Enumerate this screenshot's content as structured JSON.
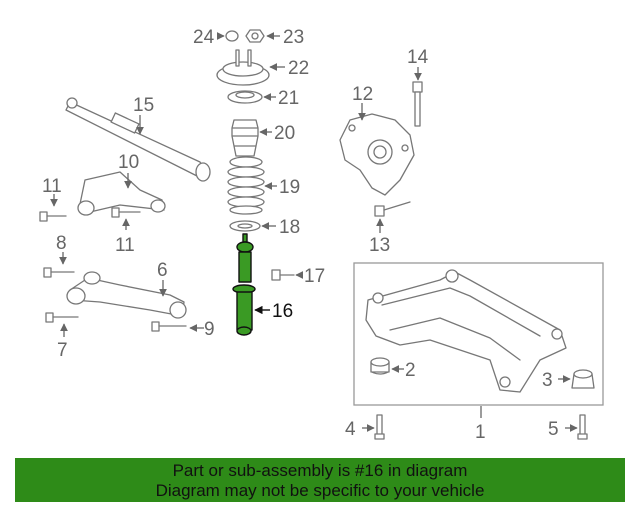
{
  "callouts": {
    "c1": "1",
    "c2": "2",
    "c3": "3",
    "c4": "4",
    "c5": "5",
    "c6": "6",
    "c7": "7",
    "c8": "8",
    "c9": "9",
    "c10": "10",
    "c11a": "11",
    "c11b": "11",
    "c12": "12",
    "c13": "13",
    "c14": "14",
    "c15": "15",
    "c16": "16",
    "c17": "17",
    "c18": "18",
    "c19": "19",
    "c20": "20",
    "c21": "21",
    "c22": "22",
    "c23": "23",
    "c24": "24"
  },
  "highlighted_part": "16",
  "banner": {
    "line1": "Part or sub-assembly is #16 in diagram",
    "line2": "Diagram may not be specific to your vehicle"
  },
  "colors": {
    "highlight": "#3a9a24",
    "banner_bg": "#2e8b18",
    "line": "#777777"
  }
}
